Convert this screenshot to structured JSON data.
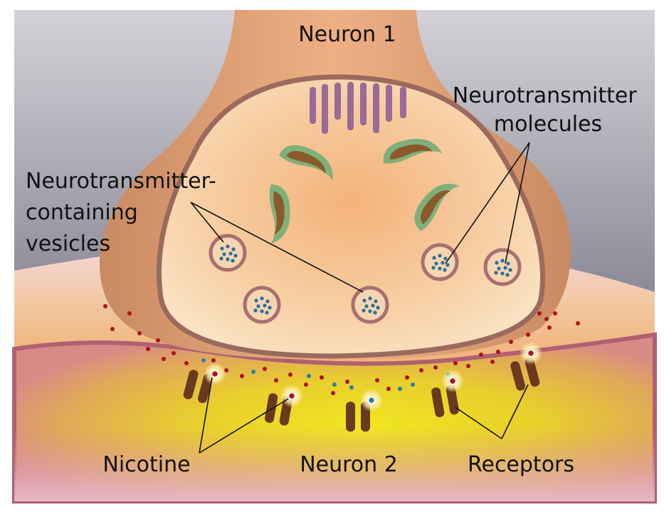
{
  "labels": {
    "neuron1": "Neuron 1",
    "neurotransmitter_molecules": [
      "Neurotransmitter",
      "molecules"
    ],
    "vesicles": [
      "Neurotransmitter-",
      "containing",
      "vesicles"
    ],
    "nicotine": "Nicotine",
    "neuron2": "Neuron 2",
    "receptors": "Receptors"
  },
  "colors": {
    "background_top": "#cfcdd3",
    "background_mid": "#8e8c98",
    "neuron1_body": "#e8a878",
    "terminal_fill": "#f7d3a6",
    "terminal_border": "#9b6a5e",
    "neuron2_top": "#eec79a",
    "neuron2_core": "#e8d41e",
    "neuron2_bottom": "#e8b8c8",
    "mitochondria_outer": "#7fb07a",
    "mitochondria_inner": "#8b5a2b",
    "microtubules": "#9a6a98",
    "vesicle_ring": "#a87070",
    "vesicle_fill": "#f6d6b0",
    "vesicle_dots": "#2a6f9e",
    "neurotransmitter_dots": "#b0101a",
    "nicotine_dots": "#2a7fa8",
    "receptors": "#6a3a1e",
    "glow": "#fff6c8"
  }
}
